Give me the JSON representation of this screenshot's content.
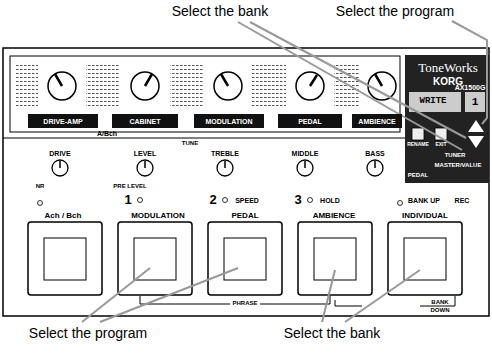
{
  "diagram": {
    "nodes": [
      {
        "text": [
          "DRIVE-AMP"
        ]
      },
      {
        "text": [
          "CABINET"
        ]
      },
      {
        "text": [
          "MODULATION"
        ]
      },
      {
        "text": [
          "PEDAL"
        ]
      },
      {
        "text": [
          "AMBIENCE"
        ]
      }
    ],
    "labels": [
      "Select the bank",
      "Select the program",
      "Select the program",
      "Select the bank",
      "ToneWorks",
      "KORG",
      "AX1500G",
      "WRITE",
      "1",
      "A/Bch",
      "DRIVE",
      "LEVEL",
      "TREBLE",
      "MIDDLE",
      "BASS",
      "TUNE",
      "Ach / Bch",
      "1",
      "MODULATION",
      "2",
      "SPEED",
      "PEDAL",
      "3",
      "HOLD",
      "AMBIENCE",
      "BANK UP",
      "REC",
      "INDIVIDUAL",
      "PHRASE",
      "BANK",
      "DOWN",
      "TUNER",
      "MASTER/VALUE",
      "RENAME",
      "EXIT",
      "PEDAL",
      "PRE LEVEL",
      "NR"
    ]
  }
}
